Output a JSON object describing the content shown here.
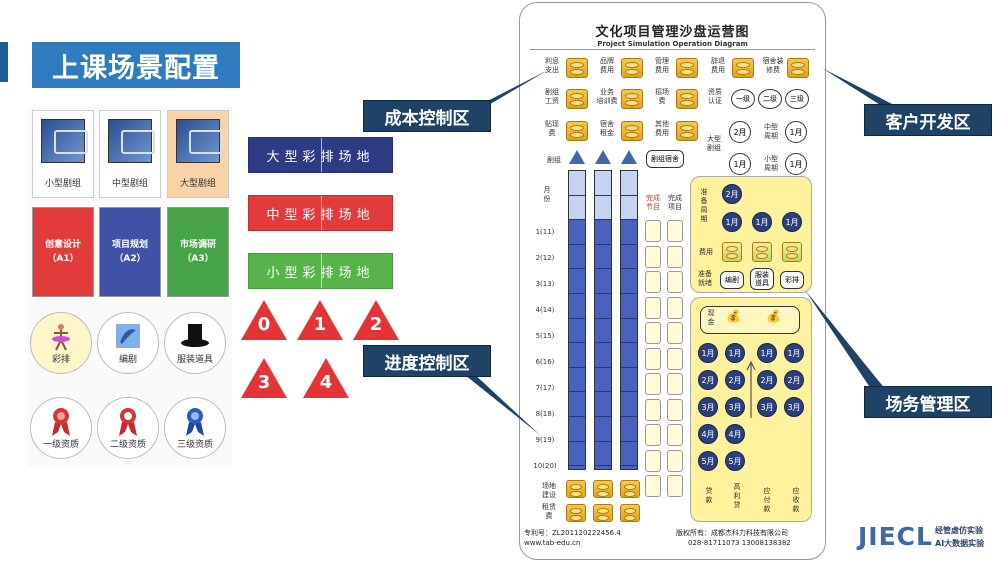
{
  "title": "上课场景配置",
  "left_panel": {
    "cards": [
      "小型剧组",
      "中型剧组",
      "大型剧组"
    ],
    "stage_cards": [
      {
        "line1": "创意设计",
        "line2": "（A1）",
        "color": "#e23b3b"
      },
      {
        "line1": "项目规划",
        "line2": "（A2）",
        "color": "#3f52a6"
      },
      {
        "line1": "市场调研",
        "line2": "（A3）",
        "color": "#47a547"
      }
    ],
    "circles": [
      "彩排",
      "编剧",
      "服装道具",
      "一级资质",
      "二级资质",
      "三级资质"
    ]
  },
  "venues": [
    {
      "label": "大型彩排场地",
      "color": "#2f3a85"
    },
    {
      "label": "中型彩排场地",
      "color": "#e23b3b"
    },
    {
      "label": "小型彩排场地",
      "color": "#59b34b"
    }
  ],
  "tokens": [
    "0",
    "1",
    "2",
    "3",
    "4"
  ],
  "callouts": {
    "cost": "成本控制区",
    "customer": "客户开发区",
    "progress": "进度控制区",
    "venue_mgmt": "场务管理区"
  },
  "board": {
    "title": "文化项目管理沙盘运营图",
    "subtitle": "Project Simulation Operation Diagram",
    "cost_labels": [
      {
        "text": "利息\n支出"
      },
      {
        "text": "品牌\n费用"
      },
      {
        "text": "管理\n费用"
      },
      {
        "text": "辞退\n费用"
      },
      {
        "text": "宿舍装\n修费"
      },
      {
        "text": "剧组\n工资"
      },
      {
        "text": "业务\n培训费"
      },
      {
        "text": "招场\n费"
      },
      {
        "text": "贴现\n费"
      },
      {
        "text": "宿舍\n租金"
      },
      {
        "text": "其他\n费用"
      }
    ],
    "cert": "资质\n认证",
    "levels": [
      "一级",
      "二级",
      "三级"
    ],
    "large_crew": "大型\n剧组",
    "mid_period": "中型\n周期",
    "small_period": "小型\n周期",
    "month_badges": [
      "2月",
      "1月",
      "1月",
      "1月"
    ],
    "crew_row_label": "剧组",
    "crew_dorm_btn": "剧组宿舍",
    "month_header": "月\n份",
    "done_show": "完成\n节目",
    "done_project": "完成\n项目",
    "months": [
      "1(11)",
      "2(12)",
      "3(13)",
      "4(14)",
      "5(15)",
      "6(16)",
      "7(17)",
      "8(18)",
      "9(19)",
      "10(20)"
    ],
    "venue_build": "场地\n建设",
    "rent_fee": "租赁\n费",
    "prep_period": "准\n备\n周\n期",
    "prep_months": [
      "2月",
      "1月",
      "1月",
      "1月"
    ],
    "fee": "费用",
    "ready": "准备\n就绪",
    "ready_btns": [
      "编剧",
      "服装\n道具",
      "彩排"
    ],
    "cash": "现\n金",
    "fund_months_left": [
      "1月",
      "2月",
      "3月",
      "4月",
      "5月"
    ],
    "fund_months_right": [
      "1月",
      "2月",
      "3月",
      "4月",
      "5月"
    ],
    "fund_months_mid": [
      "1月",
      "2月",
      "3月"
    ],
    "fund_months_end": [
      "1月",
      "2月",
      "3月"
    ],
    "bottom_labels": [
      "贷\n款",
      "高\n利\n贷",
      "应\n付\n款",
      "应\n收\n款"
    ],
    "patent": "专利号：ZL201120222456.4",
    "website": "www.tab-edu.cn",
    "copyright": "版权所有：成都杰科力科技有限公司",
    "phone": "028-81711073   13008138382"
  },
  "logo": {
    "brand": "JIECL",
    "line1": "经管虚仿实验",
    "line2": "AI大数据实验"
  }
}
